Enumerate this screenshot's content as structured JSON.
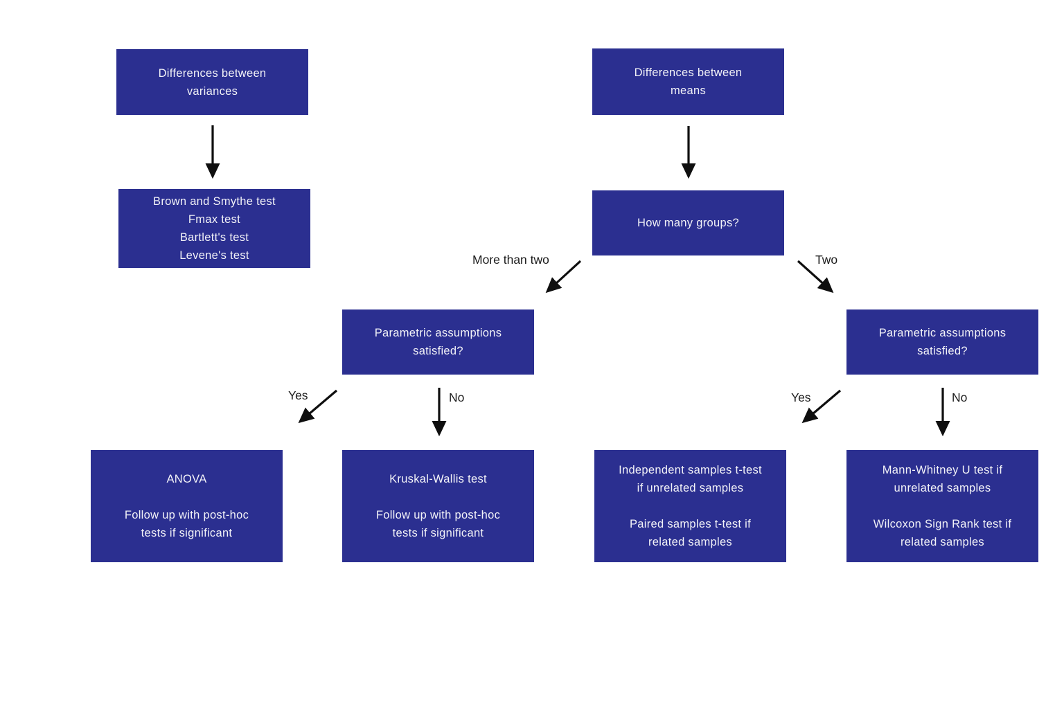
{
  "canvas": {
    "background": "#ffffff"
  },
  "colors": {
    "box_fill": "#2b2f90",
    "box_text": "#f2f2f7",
    "arrow": "#0f0f0f",
    "edge_label_text": "#1c1c1c"
  },
  "diagram": {
    "type": "flowchart",
    "topic": "Choosing a statistical test"
  },
  "boxes": [
    {
      "name": "differences-between-variances",
      "lines": [
        "Differences between",
        "variances"
      ]
    },
    {
      "name": "variance-tests",
      "lines": [
        "Brown and Smythe test",
        "Fmax test",
        "Bartlett's test",
        "Levene's test"
      ]
    },
    {
      "name": "differences-between-means",
      "lines": [
        "Differences between",
        "means"
      ]
    },
    {
      "name": "how-many-groups",
      "lines": [
        "How many groups?"
      ]
    },
    {
      "name": "parametric-assumptions-left",
      "lines": [
        "Parametric assumptions",
        "satisfied?"
      ]
    },
    {
      "name": "parametric-assumptions-right",
      "lines": [
        "Parametric assumptions",
        "satisfied?"
      ]
    },
    {
      "name": "anova",
      "lines": [
        "ANOVA",
        "",
        "Follow up with post-hoc",
        "tests if significant"
      ]
    },
    {
      "name": "kruskal-wallis",
      "lines": [
        "Kruskal-Wallis test",
        "",
        "Follow up with post-hoc",
        "tests if significant"
      ]
    },
    {
      "name": "two-group-parametric-tests",
      "lines": [
        "Independent samples t-test",
        "if unrelated samples",
        "",
        "Paired samples t-test if",
        "related samples"
      ]
    },
    {
      "name": "two-group-nonparametric-tests",
      "lines": [
        "Mann-Whitney U test if",
        "unrelated samples",
        "",
        "Wilcoxon Sign Rank test if",
        "related samples"
      ]
    }
  ],
  "edge_labels": [
    {
      "name": "more-than-two",
      "text": "More than two"
    },
    {
      "name": "two",
      "text": "Two"
    },
    {
      "name": "yes-left",
      "text": "Yes"
    },
    {
      "name": "no-left",
      "text": "No"
    },
    {
      "name": "yes-right",
      "text": "Yes"
    },
    {
      "name": "no-right",
      "text": "No"
    }
  ]
}
